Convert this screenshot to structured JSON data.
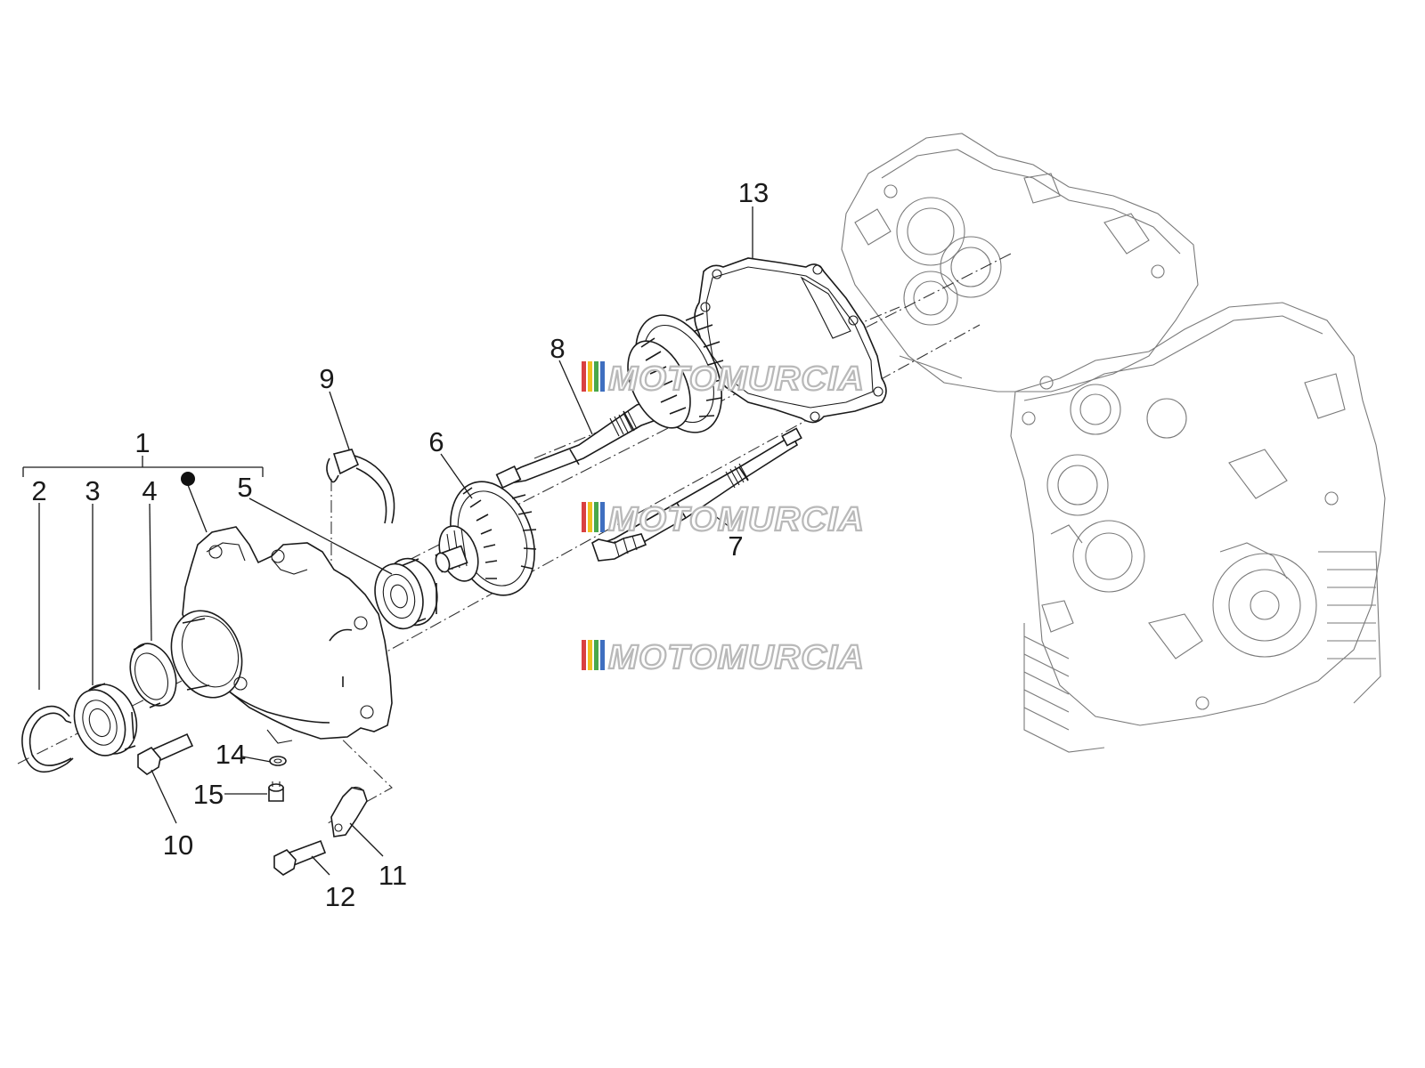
{
  "callouts": [
    {
      "id": "1",
      "label": "1"
    },
    {
      "id": "2",
      "label": "2"
    },
    {
      "id": "3",
      "label": "3"
    },
    {
      "id": "4",
      "label": "4"
    },
    {
      "id": "5",
      "label": "5"
    },
    {
      "id": "6",
      "label": "6"
    },
    {
      "id": "7",
      "label": "7"
    },
    {
      "id": "8",
      "label": "8"
    },
    {
      "id": "9",
      "label": "9"
    },
    {
      "id": "10",
      "label": "10"
    },
    {
      "id": "11",
      "label": "11"
    },
    {
      "id": "12",
      "label": "12"
    },
    {
      "id": "13",
      "label": "13"
    },
    {
      "id": "14",
      "label": "14"
    },
    {
      "id": "15",
      "label": "15"
    }
  ],
  "watermark": {
    "text": "MOTOMURCIA",
    "stripe_colors": [
      "#d94040",
      "#f0c020",
      "#49a84a",
      "#3f6fc0"
    ]
  },
  "colors": {
    "line": "#1a1a1a",
    "engine": "#8a8a8a",
    "watermark": "#b9b9b9"
  }
}
